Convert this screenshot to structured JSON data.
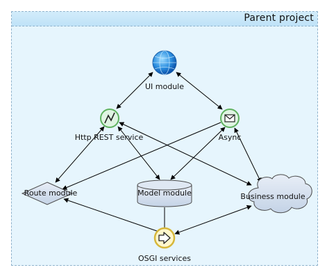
{
  "container": {
    "title": "Parent project"
  },
  "nodes": {
    "ui": {
      "label": "UI module",
      "icon": "globe-icon"
    },
    "http": {
      "label": "Http REST service",
      "icon": "chart-line-icon"
    },
    "async": {
      "label": "Async",
      "icon": "envelope-icon"
    },
    "route": {
      "label": "Route module",
      "shape": "diamond"
    },
    "model": {
      "label": "Model module",
      "shape": "cylinder"
    },
    "business": {
      "label": "Business module",
      "shape": "cloud"
    },
    "osgi": {
      "label": "OSGI services",
      "icon": "arrow-right-icon"
    }
  },
  "edges": [
    {
      "from": "ui",
      "to": "http",
      "arrows": "both"
    },
    {
      "from": "ui",
      "to": "async",
      "arrows": "both"
    },
    {
      "from": "http",
      "to": "route",
      "arrows": "both"
    },
    {
      "from": "http",
      "to": "model",
      "arrows": "both"
    },
    {
      "from": "http",
      "to": "business",
      "arrows": "both"
    },
    {
      "from": "async",
      "to": "route",
      "arrows": "end"
    },
    {
      "from": "async",
      "to": "model",
      "arrows": "both"
    },
    {
      "from": "async",
      "to": "business",
      "arrows": "both"
    },
    {
      "from": "osgi",
      "to": "route",
      "arrows": "end"
    },
    {
      "from": "osgi",
      "to": "model",
      "arrows": "none"
    },
    {
      "from": "osgi",
      "to": "business",
      "arrows": "both"
    }
  ],
  "colors": {
    "container_fill": "#e6f5fd",
    "header_fill": "#c8e7fa",
    "service_fill": "#dff4e2",
    "service_border": "#5fb25f",
    "osgi_fill": "#fff7cc",
    "osgi_border": "#d6b73a",
    "shape_fill": "#d5e1f0",
    "shape_border": "#4a4a4a"
  }
}
